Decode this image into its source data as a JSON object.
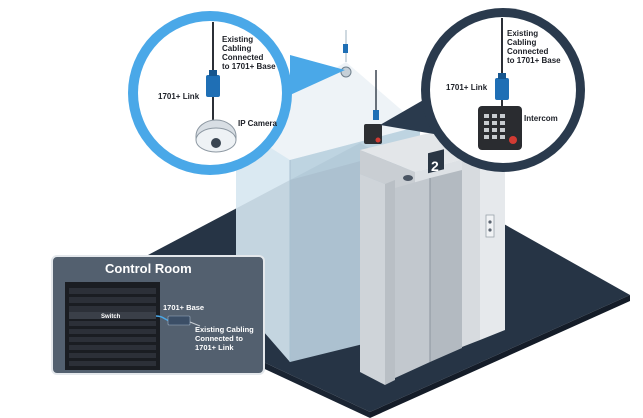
{
  "colors": {
    "floor": "#263445",
    "shaft_glass": "#cfe3ee",
    "shaft_top": "#e6eef4",
    "frame": "#d9dde1",
    "callout_ring_light": "#4aa8e8",
    "callout_ring_dark": "#2a3a4d",
    "device_blue": "#1f6fb5",
    "control_room_bg": "#53606f"
  },
  "camera_callout": {
    "cabling_label": "Existing\nCabling\nConnected\nto 1701+ Base",
    "link_label": "1701+ Link",
    "camera_label": "IP Camera"
  },
  "intercom_callout": {
    "cabling_label": "Existing\nCabling\nConnected\nto 1701+ Base",
    "link_label": "1701+ Link",
    "intercom_label": "Intercom"
  },
  "elevator": {
    "floor_number": "2"
  },
  "control_room": {
    "title": "Control Room",
    "switch_label": "Switch",
    "base_label": "1701+ Base",
    "cabling_label": "Existing Cabling\nConnected to\n1701+ Link"
  }
}
